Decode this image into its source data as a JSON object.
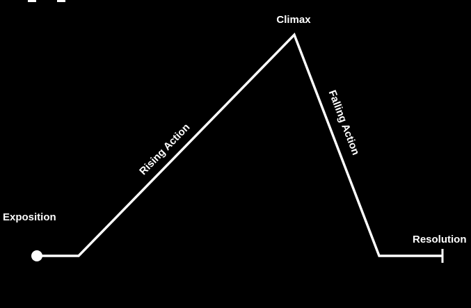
{
  "diagram": {
    "background": "#000000",
    "line_color": "#ffffff",
    "labels": {
      "exposition": "Exposition",
      "rising_action": "Rising Action",
      "climax": "Climax",
      "falling_action": "Falling Action",
      "resolution": "Resolution"
    }
  }
}
